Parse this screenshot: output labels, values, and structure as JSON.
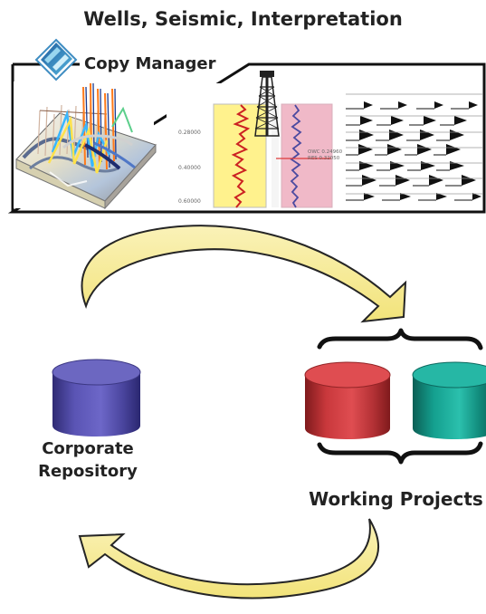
{
  "header": {
    "title": "Wells, Seismic, Interpretation"
  },
  "copy_manager": {
    "label": "Copy Manager",
    "icon": "copy-manager-icon",
    "panel_1": "3d-seismic-volume",
    "panel_2": "well-log-with-derrick",
    "panel_3": "seismic-arrow-pattern"
  },
  "corporate_repository": {
    "line1": "Corporate",
    "line2": "Repository",
    "icon": "database-cylinder"
  },
  "working_projects": {
    "label": "Working Projects",
    "icons": [
      "red-database-cylinder",
      "teal-database-cylinder"
    ]
  },
  "colors": {
    "title": "#222222",
    "repository": "#4b47a1",
    "project_red": "#c9383c",
    "project_teal": "#14a08f",
    "arrow_fill": "#f3e88c",
    "arrow_stroke": "#252525",
    "well_log_fill": "#fff28d",
    "well_log_curve": "#cc2222"
  }
}
